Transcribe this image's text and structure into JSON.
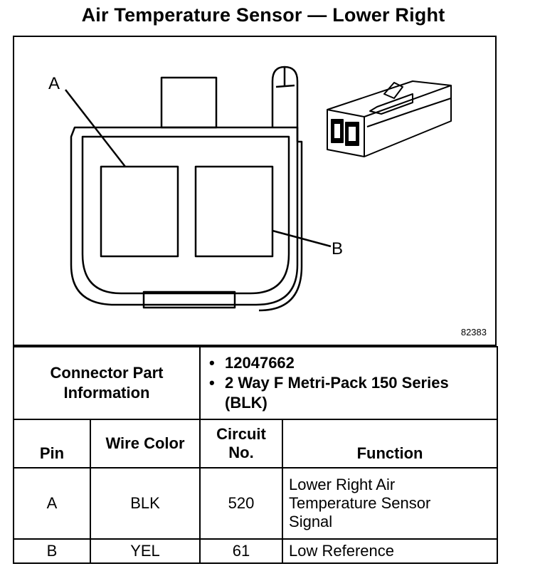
{
  "title": "Air Temperature Sensor — Lower Right",
  "figure_id": "82383",
  "pin_labels": {
    "a": "A",
    "b": "B"
  },
  "connector": {
    "label": "Connector Part Information",
    "items": [
      "12047662",
      "2 Way F Metri-Pack 150 Series (BLK)"
    ]
  },
  "columns": {
    "pin": "Pin",
    "wire_color": "Wire Color",
    "circuit_no": "Circuit No.",
    "function": "Function"
  },
  "rows": [
    {
      "pin": "A",
      "wire_color": "BLK",
      "circuit_no": "520",
      "function": "Lower Right Air Temperature Sensor Signal"
    },
    {
      "pin": "B",
      "wire_color": "YEL",
      "circuit_no": "61",
      "function": "Low Reference"
    }
  ]
}
